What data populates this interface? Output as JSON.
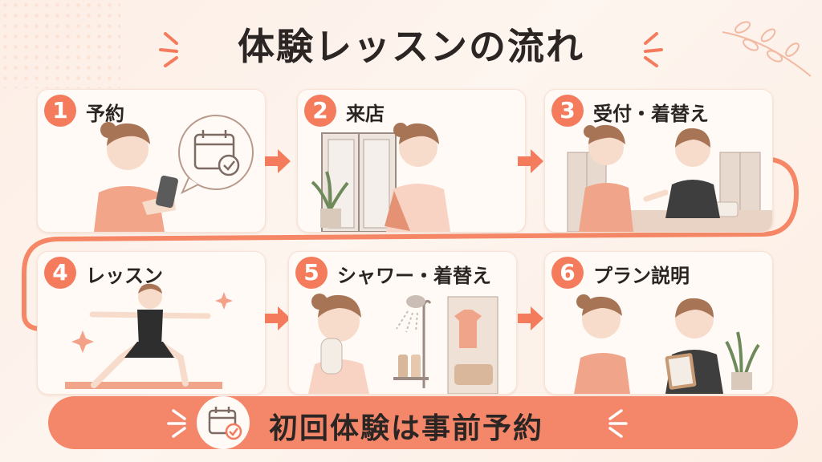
{
  "title": "体験レッスンの流れ",
  "steps": [
    {
      "number": "1",
      "label": "予約",
      "icon": "calendar-check-icon"
    },
    {
      "number": "2",
      "label": "来店",
      "icon": "door-icon"
    },
    {
      "number": "3",
      "label": "受付・着替え",
      "icon": "reception-icon"
    },
    {
      "number": "4",
      "label": "レッスン",
      "icon": "yoga-pose-icon"
    },
    {
      "number": "5",
      "label": "シャワー・着替え",
      "icon": "shower-icon"
    },
    {
      "number": "6",
      "label": "プラン説明",
      "icon": "clipboard-icon"
    }
  ],
  "banner": {
    "text": "初回体験は事前予約",
    "icon": "calendar-check-icon"
  },
  "colors": {
    "accent": "#f47b5c",
    "card": "#fffaf6",
    "background": "#fdf1ea",
    "text": "#2b2523"
  }
}
